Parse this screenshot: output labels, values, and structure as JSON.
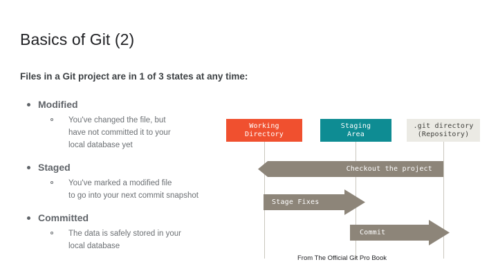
{
  "slide": {
    "title": "Basics of Git (2)",
    "intro": "Files in a Git project are in 1 of 3 states at any time:",
    "bullets": [
      {
        "label": "Modified",
        "lines": [
          "You've changed the file, but",
          "have not committed it to your",
          "local database yet"
        ]
      },
      {
        "label": "Staged",
        "lines": [
          "You've marked a modified file",
          "to go into your next commit snapshot"
        ]
      },
      {
        "label": "Committed",
        "lines": [
          "The data is safely stored in your",
          "local database"
        ]
      }
    ]
  },
  "diagram": {
    "nodes": [
      {
        "name": "working-directory",
        "label": "Working\nDirectory",
        "color": "#f0502f"
      },
      {
        "name": "staging-area",
        "label": "Staging\nArea",
        "color": "#0e8c93"
      },
      {
        "name": "git-directory",
        "label": ".git directory\n(Repository)",
        "color": "#ebeae4"
      }
    ],
    "arrows": [
      {
        "name": "checkout",
        "label": "Checkout the project",
        "direction": "left",
        "color": "#8d8579"
      },
      {
        "name": "stage-fixes",
        "label": "Stage Fixes",
        "direction": "right",
        "color": "#8d8579"
      },
      {
        "name": "commit",
        "label": "Commit",
        "direction": "right",
        "color": "#8d8579"
      }
    ],
    "caption": "From The Official Git Pro Book"
  }
}
